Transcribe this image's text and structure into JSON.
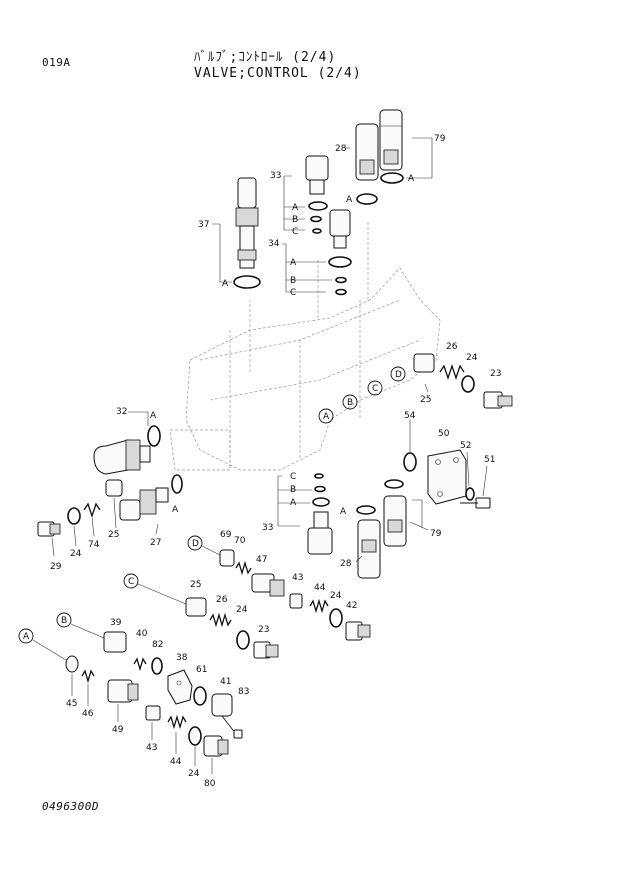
{
  "header": {
    "page_code": "019A",
    "title_jp": "ﾊﾞﾙﾌﾞ;ｺﾝﾄﾛｰﾙ (2/4)",
    "title_en": "VALVE;CONTROL (2/4)"
  },
  "footer": {
    "drawing_number": "0496300D"
  },
  "callouts": {
    "p79a": "79",
    "p28a": "28",
    "p33a": "33",
    "p37": "37",
    "p34": "34",
    "p26a": "26",
    "p24a": "24",
    "p23a": "23",
    "p25a": "25",
    "p54": "54",
    "p32": "32",
    "p50": "50",
    "p52": "52",
    "p51": "51",
    "p29": "29",
    "p24b": "24",
    "p74": "74",
    "p25b": "25",
    "p27": "27",
    "p33b": "33",
    "p28b": "28",
    "p79b": "79",
    "p69": "69",
    "p70": "70",
    "p47": "47",
    "p43a": "43",
    "p44a": "44",
    "p24c": "24",
    "p42": "42",
    "p25c": "25",
    "p26b": "26",
    "p24d": "24",
    "p23b": "23",
    "p39": "39",
    "p40": "40",
    "p82": "82",
    "p38": "38",
    "p61": "61",
    "p41": "41",
    "p83": "83",
    "p45": "45",
    "p46": "46",
    "p49": "49",
    "p43b": "43",
    "p44b": "44",
    "p24e": "24",
    "p80": "80"
  },
  "refs": {
    "A": "A",
    "B": "B",
    "C": "C",
    "D": "D"
  },
  "icons": [
    "valve-body",
    "plug",
    "spring",
    "o-ring",
    "poppet",
    "relief-valve",
    "cover-plate",
    "bolt",
    "sleeve",
    "washer"
  ]
}
